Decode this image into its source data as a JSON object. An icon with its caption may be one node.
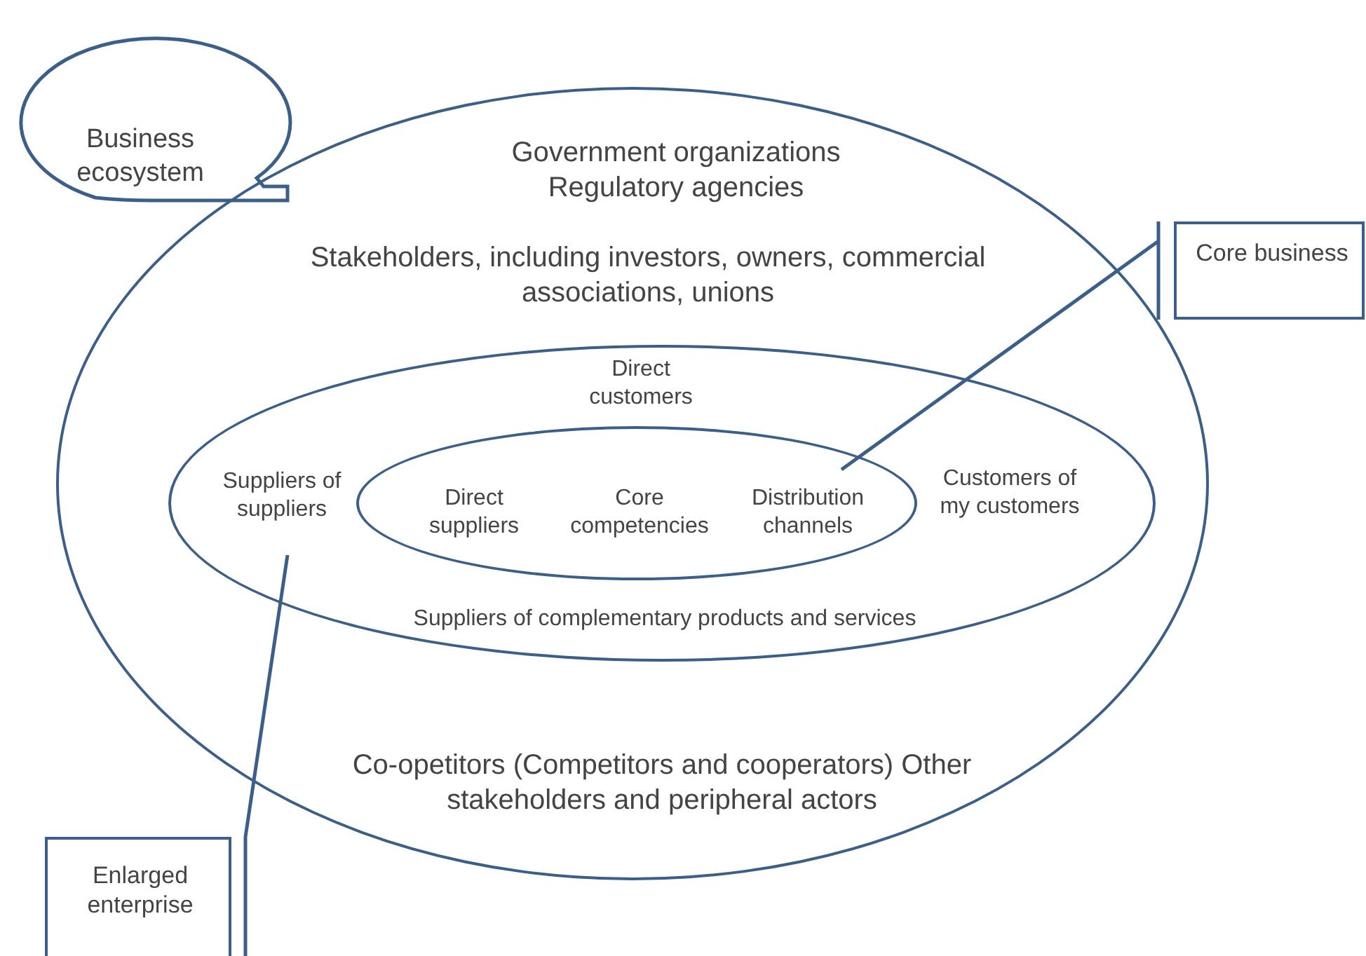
{
  "diagram": {
    "nodes": [
      {
        "text": [
          "Business ecosystem"
        ]
      },
      {
        "text": [
          "Government organizations Regulatory agencies",
          "Stakeholders, including investors, owners, commercial associations, unions",
          "Co-opetitors (Competitors and cooperators) Other stakeholders and peripheral actors"
        ]
      },
      {
        "text": [
          "Direct customers",
          "Suppliers of suppliers",
          "Customers of my customers",
          "Suppliers of complementary products and services"
        ],
        "in": 1
      },
      {
        "text": [
          "Direct suppliers",
          "Core competencies",
          "Distribution channels"
        ],
        "in": 2
      },
      {
        "text": [
          "Core business"
        ]
      },
      {
        "text": [
          "Enlarged enterprise"
        ]
      }
    ],
    "edges": [
      {
        "from": 4,
        "to": 3,
        "arrow": "none"
      },
      {
        "from": 5,
        "to": 2,
        "arrow": "none"
      }
    ]
  }
}
